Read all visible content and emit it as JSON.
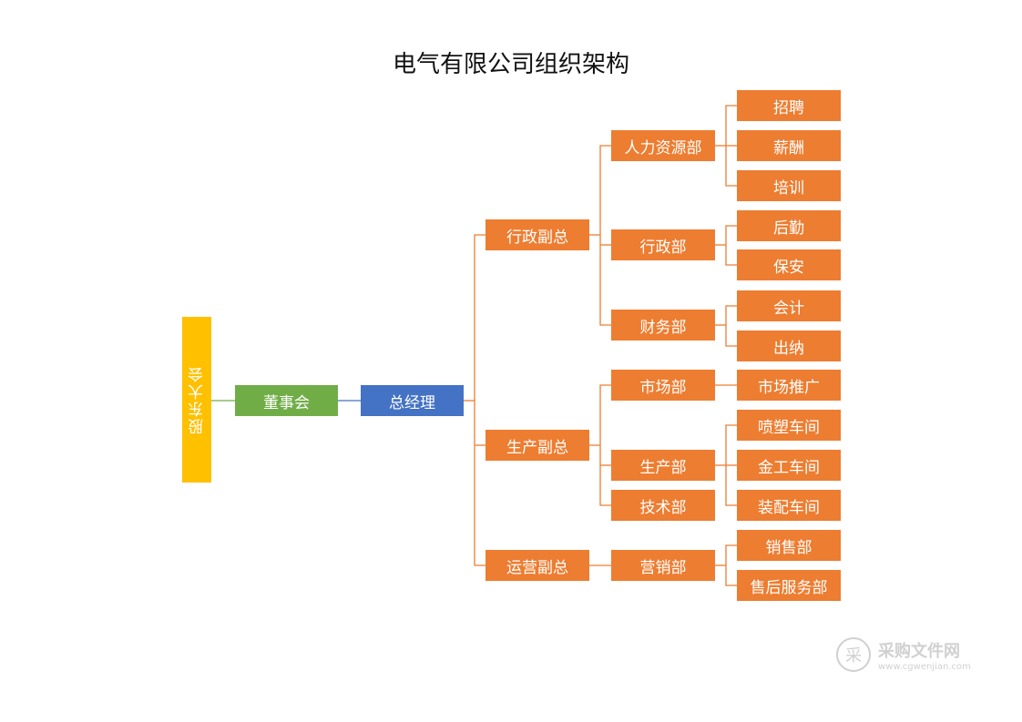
{
  "title": "电气有限公司组织架构",
  "colors": {
    "orange": "#ed7d31",
    "green": "#70ad47",
    "blue": "#4472c4",
    "yellow": "#ffc000"
  },
  "nodes": {
    "shareholders": "股东大会",
    "board": "董事会",
    "gm": "总经理",
    "vp_admin": "行政副总",
    "vp_prod": "生产副总",
    "vp_ops": "运营副总",
    "hr": "人力资源部",
    "admin": "行政部",
    "finance": "财务部",
    "market": "市场部",
    "production": "生产部",
    "tech": "技术部",
    "marketing": "营销部",
    "recruit": "招聘",
    "salary": "薪酬",
    "training": "培训",
    "logistics": "后勤",
    "security": "保安",
    "accounting": "会计",
    "cashier": "出纳",
    "promotion": "市场推广",
    "spray": "喷塑车间",
    "metalwork": "金工车间",
    "assembly": "装配车间",
    "sales": "销售部",
    "aftersales": "售后服务部"
  },
  "watermark": {
    "name": "采购文件网",
    "url": "www.cgwenjian.com"
  }
}
